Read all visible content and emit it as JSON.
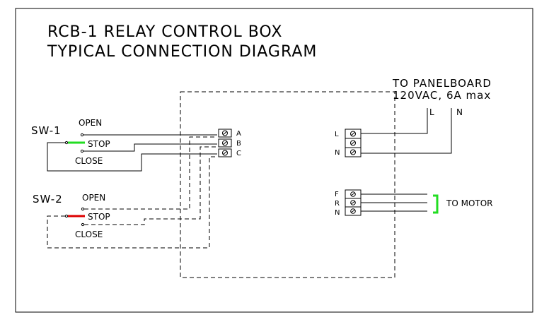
{
  "title": {
    "line1": "RCB-1 RELAY CONTROL BOX",
    "line2": "TYPICAL CONNECTION DIAGRAM"
  },
  "panelboard": {
    "line1": "TO PANELBOARD",
    "line2": "120VAC, 6A max",
    "l_label": "L",
    "n_label": "N"
  },
  "switches": [
    {
      "name": "SW-1",
      "open": "OPEN",
      "stop": "STOP",
      "close": "CLOSE",
      "stop_color": "#22dd22"
    },
    {
      "name": "SW-2",
      "open": "OPEN",
      "stop": "STOP",
      "close": "CLOSE",
      "stop_color": "#dd0000"
    }
  ],
  "terminals": {
    "control": [
      "A",
      "B",
      "C"
    ],
    "power": [
      "L",
      "N"
    ],
    "motor": [
      "F",
      "R",
      "N"
    ]
  },
  "motor": {
    "label": "TO MOTOR",
    "bracket_color": "#22dd22"
  }
}
